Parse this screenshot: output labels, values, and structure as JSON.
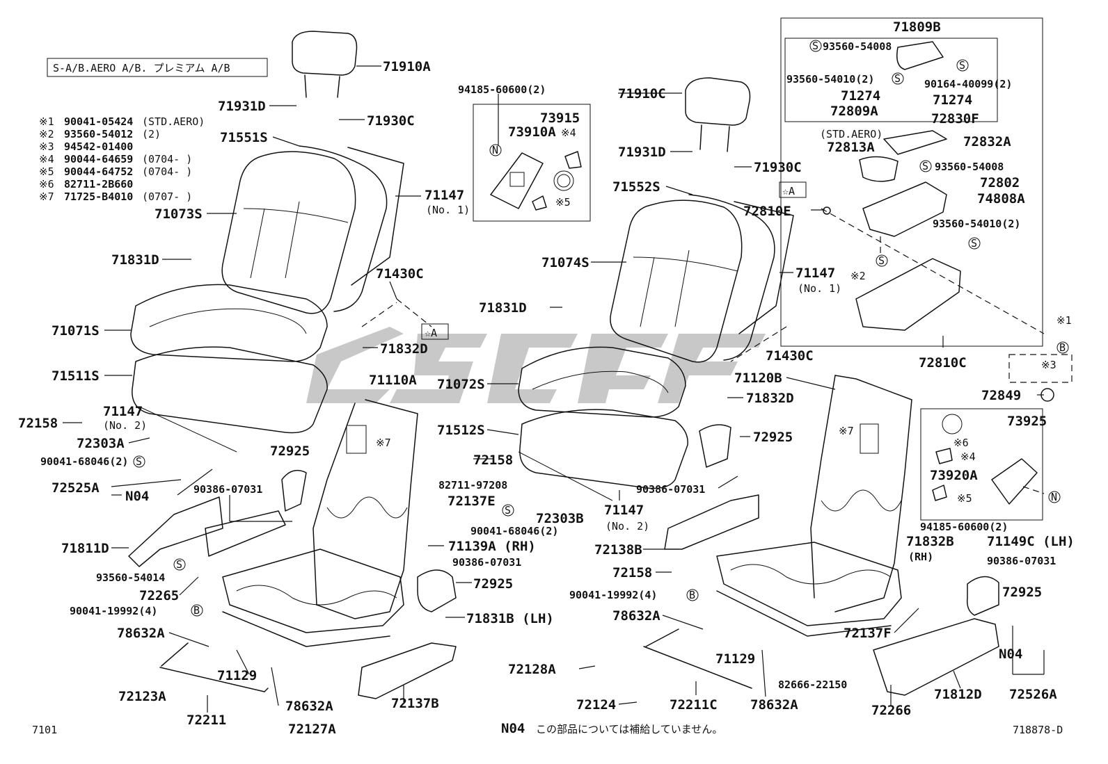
{
  "header_box": "S-A/B.AERO A/B. プレミアム A/B",
  "notes": [
    {
      "mark": "※1",
      "part": "90041-05424",
      "cond": "(STD.AERO)"
    },
    {
      "mark": "※2",
      "part": "93560-54012",
      "cond": "(2)"
    },
    {
      "mark": "※3",
      "part": "94542-01400",
      "cond": ""
    },
    {
      "mark": "※4",
      "part": "90044-64659",
      "cond": "(0704-     )"
    },
    {
      "mark": "※5",
      "part": "90044-64752",
      "cond": "(0704-     )"
    },
    {
      "mark": "※6",
      "part": "82711-2B660",
      "cond": ""
    },
    {
      "mark": "※7",
      "part": "71725-B4010",
      "cond": "(0707-     )"
    }
  ],
  "labels": {
    "p71910A": "71910A",
    "p71931D_l": "71931D",
    "p71930C_l": "71930C",
    "p71551S": "71551S",
    "p71073S": "71073S",
    "p71147_no1_l": "71147",
    "no1_l": "(No. 1)",
    "p71831D_l": "71831D",
    "p71430C_l": "71430C",
    "p71071S": "71071S",
    "starA_l": "☆A",
    "p71832D_l": "71832D",
    "p71511S": "71511S",
    "p71110A": "71110A",
    "p72158_l": "72158",
    "p71147_no2_l": "71147",
    "no2_l": "(No. 2)",
    "p72303A": "72303A",
    "p90041_68046_l": "90041-68046(2)",
    "p72925_l1": "72925",
    "p72525A": "72525A",
    "N04_l": "N04",
    "p90386_07031_l1": "90386-07031",
    "p71811D": "71811D",
    "p93560_54014": "93560-54014",
    "p72265": "72265",
    "p90041_19992_l": "90041-19992(4)",
    "p78632A_l1": "78632A",
    "p72123A": "72123A",
    "p71129_l": "71129",
    "p72211": "72211",
    "p78632A_l2": "78632A",
    "p72127A": "72127A",
    "p72137B": "72137B",
    "p71831B": "71831B (LH)",
    "p72925_l2": "72925",
    "p90386_07031_l2": "90386-07031",
    "p71139A": "71139A (RH)",
    "p72137E": "72137E",
    "p82711_97208": "82711-97208",
    "p90041_68046_m": "90041-68046(2)",
    "p72303B": "72303B",
    "p72158_m": "72158",
    "x7_l": "※7",
    "p94185_top": "94185-60600(2)",
    "p73915": "73915",
    "p73910A": "73910A",
    "x4_top": "※4",
    "x5_top": "※5",
    "p71910C": "71910C",
    "p71931D_r": "71931D",
    "p71930C_r": "71930C",
    "p71552S": "71552S",
    "starA_r": "☆A",
    "p72810E": "72810E",
    "p71074S": "71074S",
    "p71147_no1_r": "71147",
    "no1_r": "(No. 1)",
    "p71831D_r": "71831D",
    "p71430C_r": "71430C",
    "p71072S": "71072S",
    "p71512S": "71512S",
    "p71120B": "71120B",
    "p71832D_r": "71832D",
    "p72925_r1": "72925",
    "p90386_07031_r1": "90386-07031",
    "p71147_no2_r": "71147",
    "no2_r": "(No. 2)",
    "p72138B": "72138B",
    "p72158_r": "72158",
    "p90041_19992_r": "90041-19992(4)",
    "p78632A_r1": "78632A",
    "p72128A": "72128A",
    "p71129_r": "71129",
    "p72124": "72124",
    "p72211C": "72211C",
    "p78632A_r2": "78632A",
    "p82666_22150": "82666-22150",
    "x7_r": "※7",
    "p71832B": "71832B",
    "rh": "(RH)",
    "p71149C": "71149C (LH)",
    "p90386_07031_r2": "90386-07031",
    "p72925_r2": "72925",
    "p72137F": "72137F",
    "p72266": "72266",
    "p71812D": "71812D",
    "N04_r": "N04",
    "p72526A": "72526A",
    "p71809B": "71809B",
    "p93560_54008_a": "93560-54008",
    "p93560_54010_a": "93560-54010(2)",
    "p90164_40099": "90164-40099(2)",
    "p71274_a": "71274",
    "p71274_b": "71274",
    "p72809A": "72809A",
    "p72830F": "72830F",
    "std_aero": "(STD.AERO)",
    "p72813A": "72813A",
    "p72832A": "72832A",
    "p93560_54008_b": "93560-54008",
    "p72802": "72802",
    "p74808A": "74808A",
    "p93560_54010_b": "93560-54010(2)",
    "x2": "※2",
    "x1": "※1",
    "x3": "※3",
    "p72810C": "72810C",
    "p72849": "72849",
    "p73925": "73925",
    "x6": "※6",
    "x4_r": "※4",
    "p73920A": "73920A",
    "x5_r": "※5",
    "p94185_r": "94185-60600(2)"
  },
  "footer": {
    "page_no": "7101",
    "n04_mark": "N04",
    "n04_note": "この部品については補給していません。",
    "diagram_no": "718878-D"
  },
  "symbols": {
    "s": "S",
    "b": "B",
    "n": "N"
  }
}
